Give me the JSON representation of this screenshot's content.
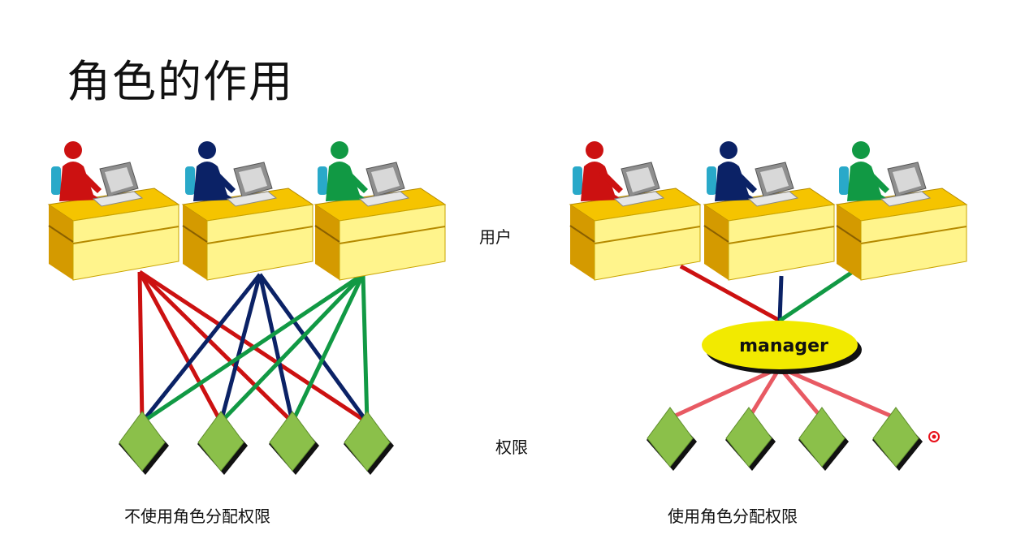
{
  "slide": {
    "title": "角色的作用",
    "users_label": "用户",
    "permissions_label": "权限",
    "left_caption": "不使用角色分配权限",
    "right_caption": "使用角色分配权限",
    "role_label": "manager"
  },
  "colors": {
    "user_1": "#cc1111",
    "user_2": "#0b2266",
    "user_3": "#119944",
    "desk_top": "#f5c400",
    "desk_front": "#fff48c",
    "desk_side": "#d49a00",
    "permission": "#8bc04a",
    "role_fill": "#f2ea00",
    "role_link": "#e85a63",
    "pointer": "#e8101a"
  },
  "icons": [
    "user-workstation-icon",
    "permission-diamond-icon",
    "role-ellipse-icon",
    "pointer-dot-icon"
  ]
}
